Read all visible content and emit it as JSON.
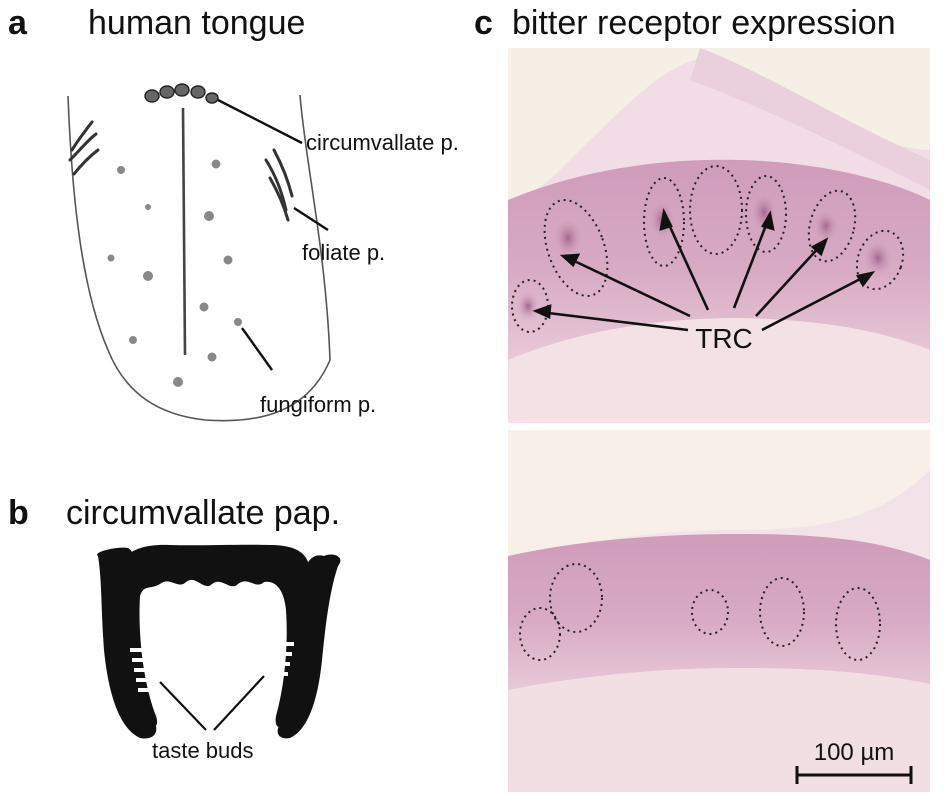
{
  "panels": {
    "a": {
      "letter": "a",
      "title": "human tongue"
    },
    "b": {
      "letter": "b",
      "title": "circumvallate pap."
    },
    "c": {
      "letter": "c",
      "title": "bitter receptor expression"
    }
  },
  "tongue_labels": {
    "circumvallate": "circumvallate p.",
    "foliate": "foliate p.",
    "fungiform": "fungiform p."
  },
  "papilla_label": "taste buds",
  "micrograph": {
    "trc_label": "TRC",
    "scale_bar": "100 µm"
  },
  "colors": {
    "tissue_pink": "#d9aec4",
    "stain_purple": "#a4668f",
    "background_tissue": "#f1dde6"
  }
}
